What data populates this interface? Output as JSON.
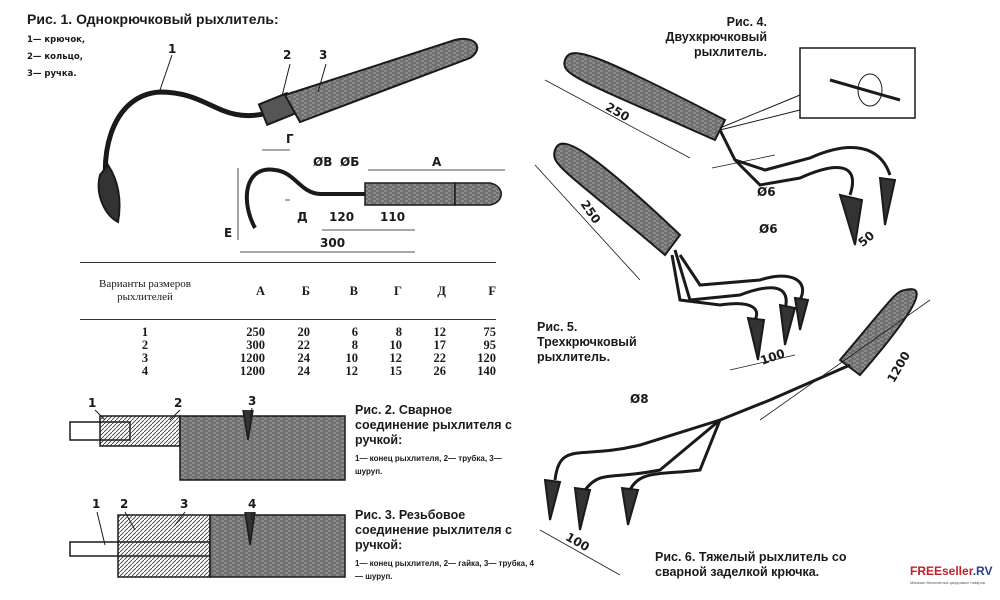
{
  "fig1": {
    "title": "Рис. 1. Однокрючковый рыхлитель:",
    "legend": [
      "1— крючок,",
      "2— кольцо,",
      "3— ручка."
    ],
    "callouts": [
      "1",
      "2",
      "3"
    ],
    "dims": {
      "g": "Г",
      "v": "ØВ",
      "b": "ØБ",
      "a": "А",
      "d": "Д",
      "l120": "120",
      "l110": "110",
      "e": "Е",
      "l300": "300"
    }
  },
  "table": {
    "header": [
      "Варианты размеров рыхлителей",
      "А",
      "Б",
      "В",
      "Г",
      "Д",
      "F"
    ],
    "rows": [
      [
        "1",
        "250",
        "20",
        "6",
        "8",
        "12",
        "75"
      ],
      [
        "2",
        "300",
        "22",
        "8",
        "10",
        "17",
        "95"
      ],
      [
        "3",
        "1200",
        "24",
        "10",
        "12",
        "22",
        "120"
      ],
      [
        "4",
        "1200",
        "24",
        "12",
        "15",
        "26",
        "140"
      ]
    ]
  },
  "fig2": {
    "title": "Рис. 2. Сварное соединение рыхлителя с ручкой:",
    "legend": "1— конец рыхлителя, 2— трубка, 3— шуруп.",
    "callouts": [
      "1",
      "2",
      "3"
    ]
  },
  "fig3": {
    "title": "Рис. 3. Резьбовое соединение рыхлителя с ручкой:",
    "legend": "1— конец рыхлителя, 2— гайка, 3— трубка, 4— шуруп.",
    "callouts": [
      "1",
      "2",
      "3",
      "4"
    ]
  },
  "fig4": {
    "title": "Рис. 4. Двухкрючковый рыхлитель.",
    "dims": [
      "250",
      "Ø6",
      "50"
    ]
  },
  "fig5": {
    "title": "Рис. 5. Трехкрючковый рыхлитель.",
    "dims": [
      "250",
      "Ø6",
      "100"
    ]
  },
  "fig6": {
    "title": "Рис. 6. Тяжелый рыхлитель со сварной заделкой крючка.",
    "dims": [
      "1200",
      "Ø8",
      "100"
    ]
  },
  "watermark": {
    "brand": "FREEseller",
    "tld": ".RV",
    "tagline": "Магазин бесплатных цифровых товаров",
    "brand_color": "#c0202a",
    "tld_color": "#2a3f8a"
  }
}
